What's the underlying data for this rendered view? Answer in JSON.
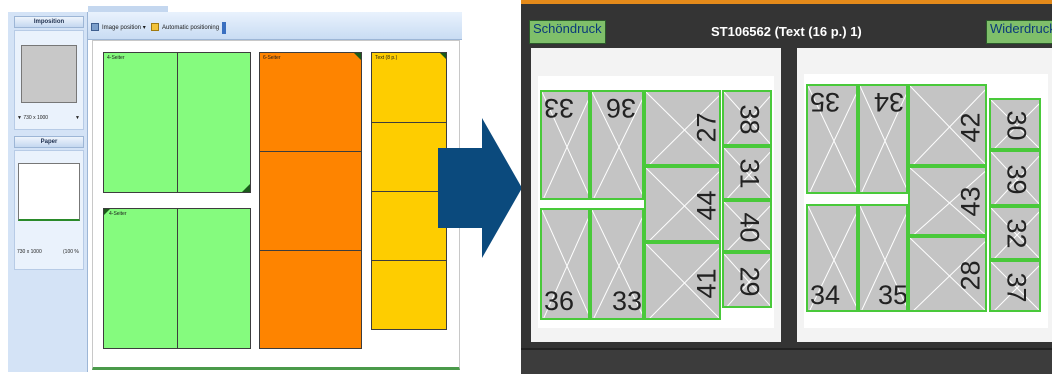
{
  "left_app": {
    "panel_imposition": {
      "title": "Imposition",
      "size_value": "730 x 1000"
    },
    "panel_paper": {
      "title": "Paper",
      "size_text": "730 x 1000",
      "zoom_text": "(100 %"
    },
    "toolbar": {
      "image_position_label": "Image position",
      "automatic_positioning_label": "Automatic positioning"
    },
    "sections": [
      {
        "label": "4-Seiter",
        "color": "#85fb7e"
      },
      {
        "label": "4-Seiter",
        "color": "#85fb7e"
      },
      {
        "label": "6-Seiter",
        "color": "#fe8400"
      },
      {
        "label": "Text (8 p.)",
        "color": "#fecd00"
      }
    ]
  },
  "right_app": {
    "title": "ST106562 (Text (16 p.) 1)",
    "left_button": "Schöndruck",
    "right_button": "Widerdruck",
    "front_pages": {
      "block_a": [
        "33",
        "36",
        "36",
        "33"
      ],
      "block_b": [
        "27",
        "44",
        "41"
      ],
      "block_c": [
        "38",
        "31",
        "40",
        "29"
      ]
    },
    "back_pages": {
      "block_a": [
        "35",
        "34",
        "34",
        "35"
      ],
      "block_b": [
        "42",
        "43",
        "28"
      ],
      "block_c": [
        "30",
        "39",
        "32",
        "37"
      ]
    }
  },
  "colors": {
    "arrow": "#0b4a7d",
    "page_border": "#49c93a",
    "page_fill": "#c4c4c4"
  }
}
